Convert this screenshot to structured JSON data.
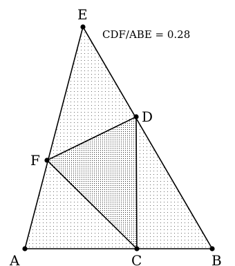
{
  "diagram": {
    "ratio_text": "CDF/ABE = 0.28",
    "points": [
      {
        "id": "E",
        "label": "E"
      },
      {
        "id": "D",
        "label": "D"
      },
      {
        "id": "F",
        "label": "F"
      },
      {
        "id": "A",
        "label": "A"
      },
      {
        "id": "C",
        "label": "C"
      },
      {
        "id": "B",
        "label": "B"
      }
    ],
    "triangles": [
      {
        "name": "ABE",
        "vertices": [
          "A",
          "B",
          "E"
        ],
        "shading": "light-dots"
      },
      {
        "name": "CDF",
        "vertices": [
          "C",
          "D",
          "F"
        ],
        "shading": "dense-dots"
      }
    ]
  }
}
